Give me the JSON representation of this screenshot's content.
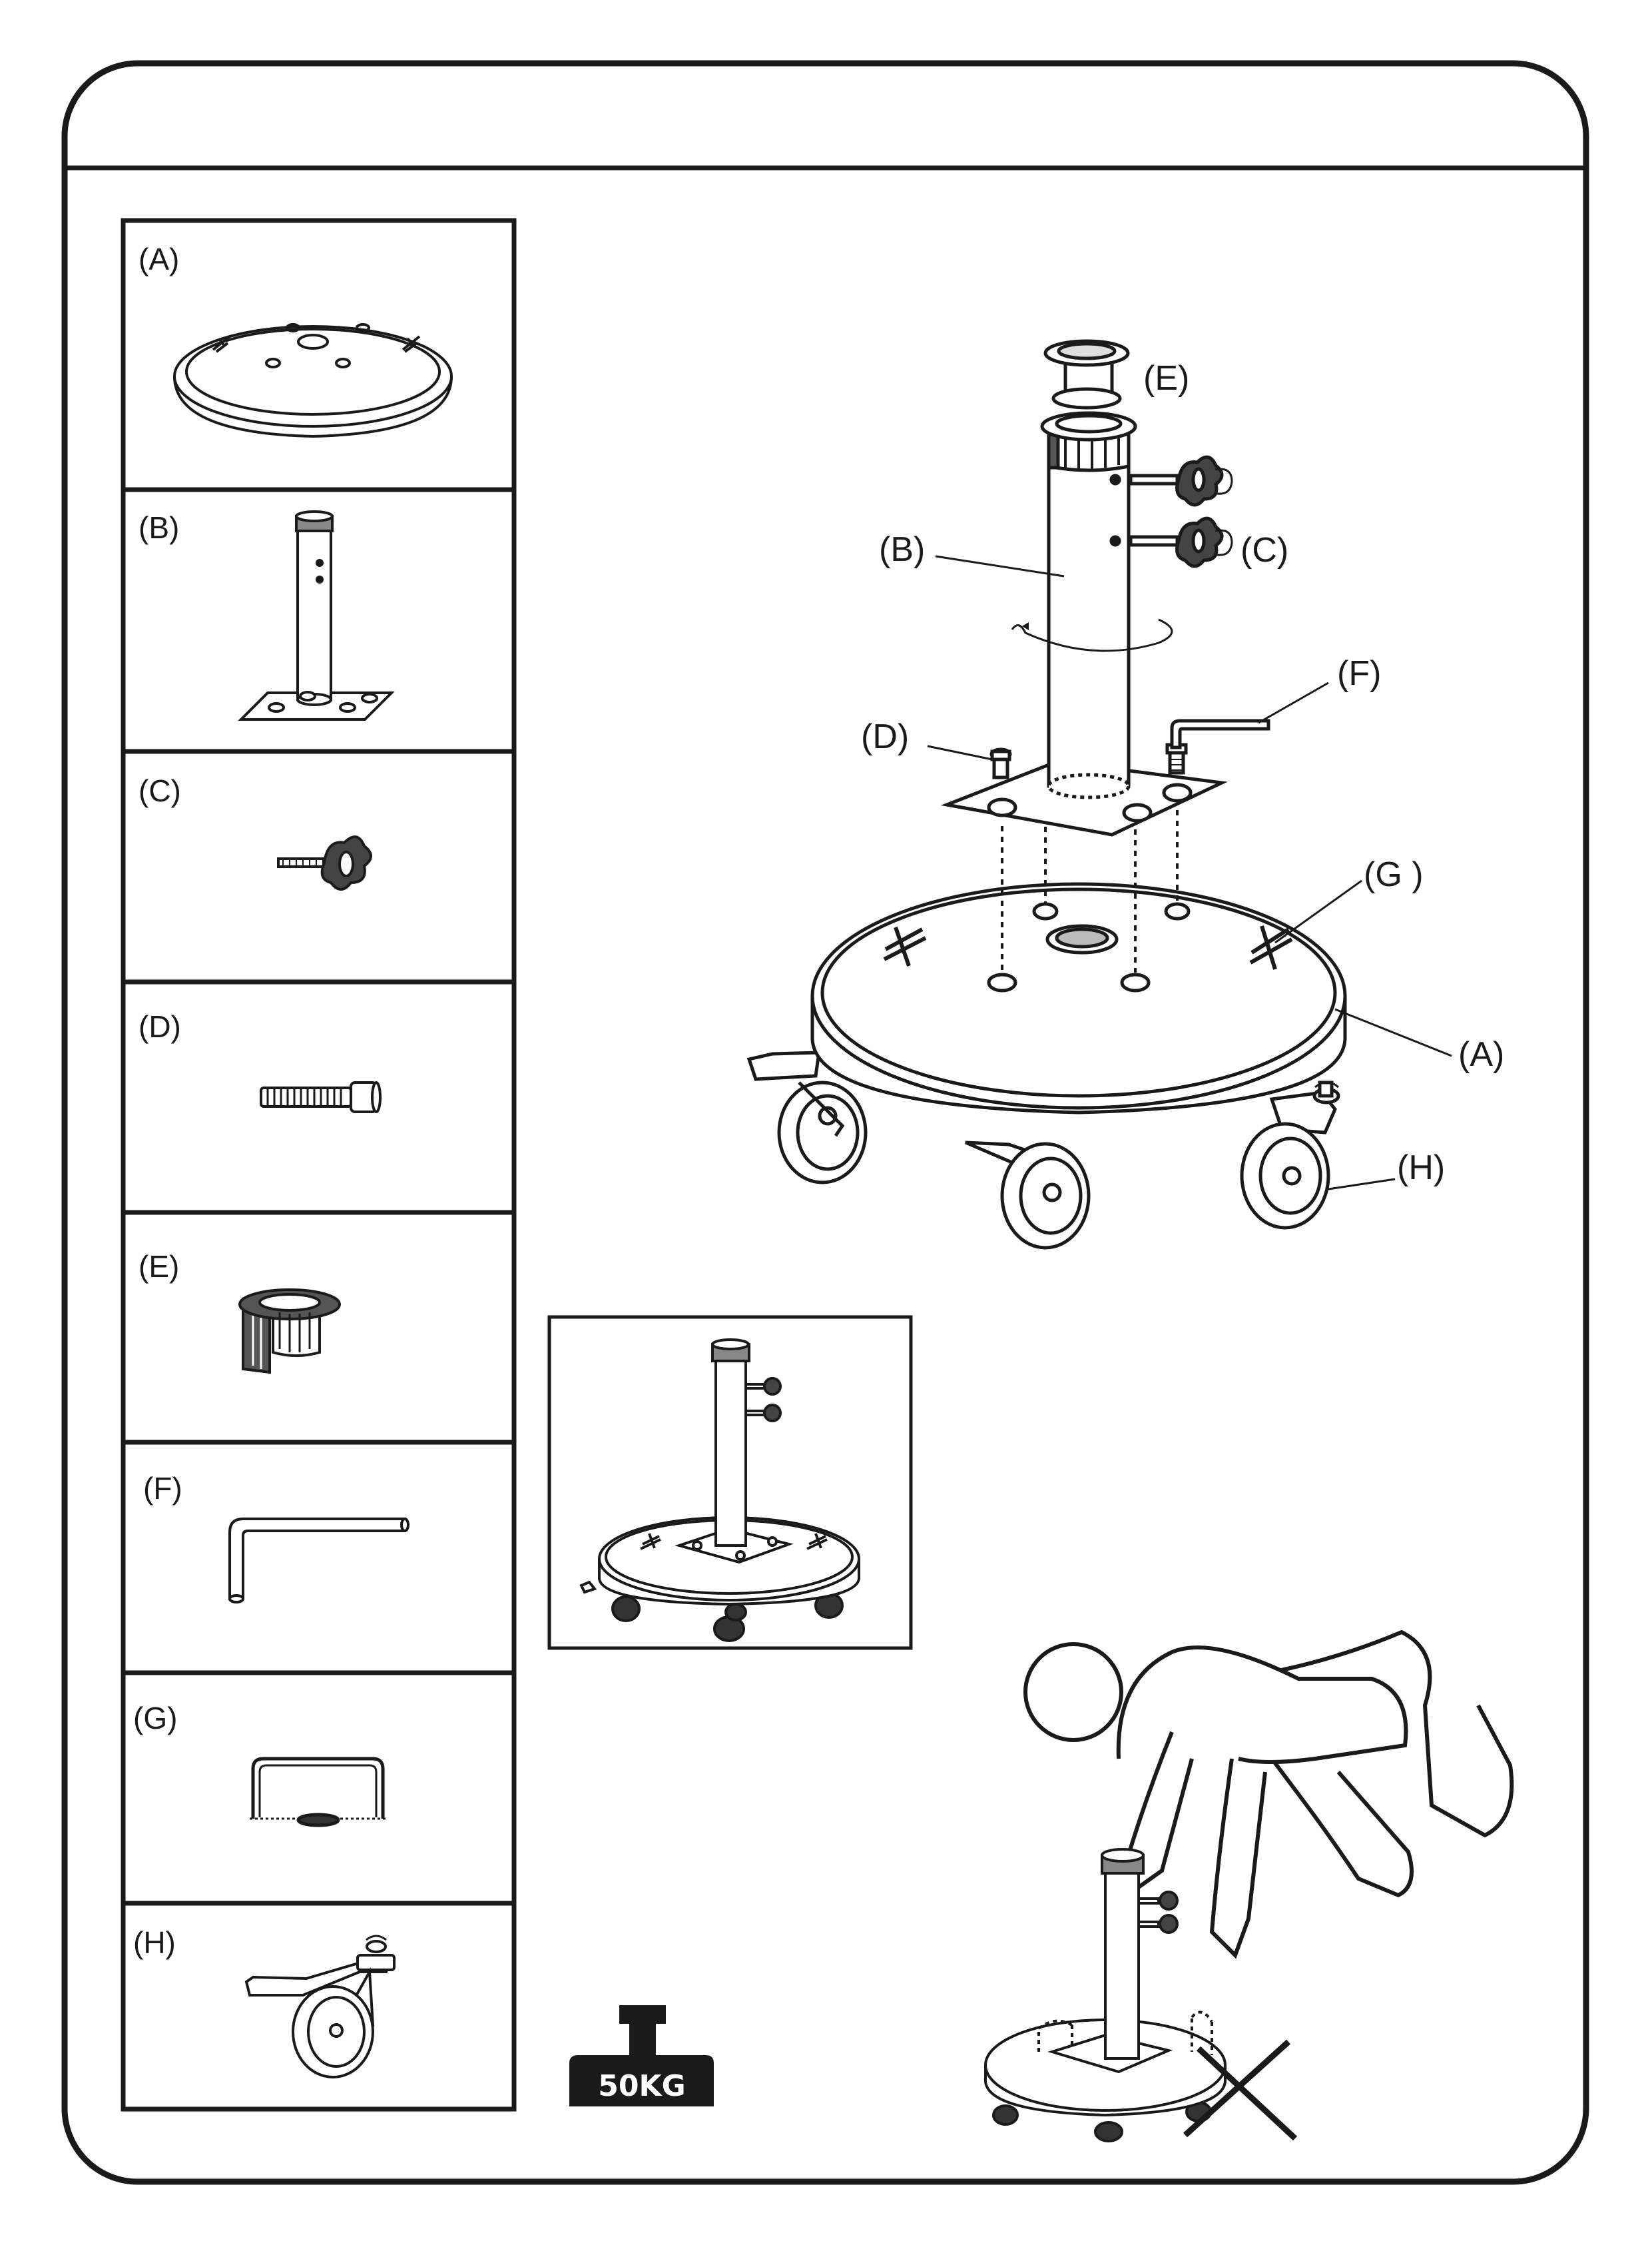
{
  "parts_panel": {
    "items": [
      {
        "label": "(A)",
        "icon": "umbrella-base-plate"
      },
      {
        "label": "(B)",
        "icon": "pole-with-plate"
      },
      {
        "label": "(C)",
        "icon": "knob-screw"
      },
      {
        "label": "(D)",
        "icon": "hex-bolt"
      },
      {
        "label": "(E)",
        "icon": "pole-insert-sleeve"
      },
      {
        "label": "(F)",
        "icon": "allen-key"
      },
      {
        "label": "(G)",
        "icon": "handle"
      },
      {
        "label": "(H)",
        "icon": "caster-wheel"
      }
    ]
  },
  "exploded_view": {
    "labels": {
      "E": "(E)",
      "B": "(B)",
      "C": "(C)",
      "F": "(F)",
      "D": "(D)",
      "G": "(G )",
      "A": "(A)",
      "H": "(H)"
    }
  },
  "weight_badge": {
    "text": "50KG"
  },
  "warning": {
    "icon": "do-not-lift-by-pole-cross"
  }
}
